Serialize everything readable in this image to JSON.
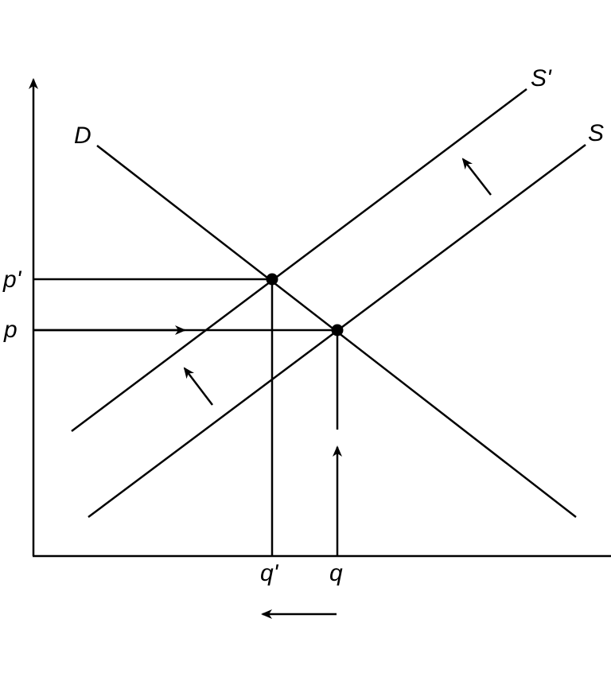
{
  "labels": {
    "demand": "D",
    "supply": "S",
    "supply_shifted": "S'",
    "price_original": "p",
    "price_new": "p'",
    "quantity_original": "q",
    "quantity_new": "q'"
  },
  "colors": {
    "ink": "#000000",
    "background": "#ffffff"
  }
}
